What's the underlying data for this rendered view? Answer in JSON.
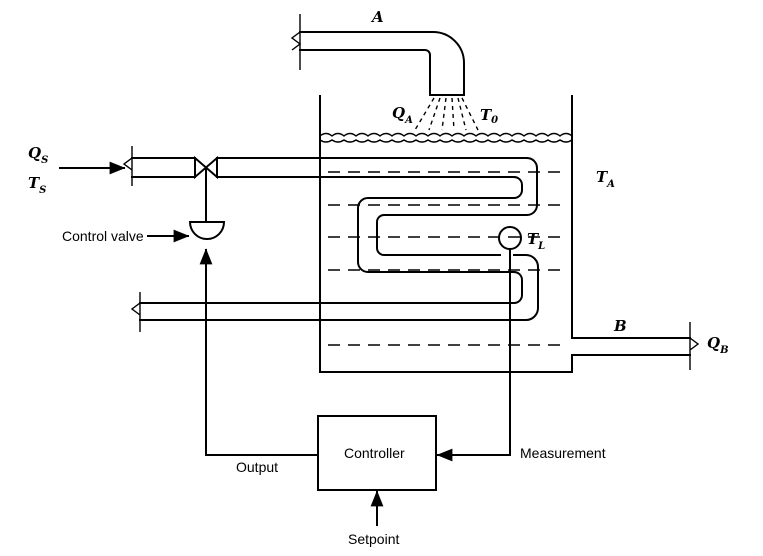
{
  "labels": {
    "pipe_a": "A",
    "q_a_main": "Q",
    "q_a_sub": "A",
    "t_0_main": "T",
    "t_0_sub": "0",
    "q_s_main": "Q",
    "q_s_sub": "S",
    "t_s_main": "T",
    "t_s_sub": "S",
    "t_a_main": "T",
    "t_a_sub": "A",
    "t_l_main": "T",
    "t_l_sub": "L",
    "pipe_b": "B",
    "q_b_main": "Q",
    "q_b_sub": "B",
    "control_valve": "Control valve",
    "controller": "Controller",
    "output": "Output",
    "measurement": "Measurement",
    "setpoint": "Setpoint"
  }
}
